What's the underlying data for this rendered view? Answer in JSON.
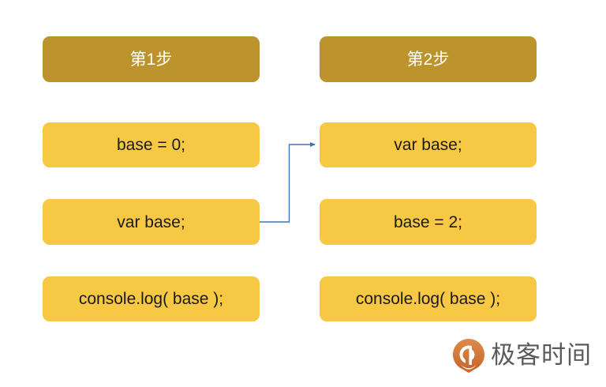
{
  "diagram": {
    "title": "JavaScript variable hoisting two-step execution diagram",
    "background_color": "#FFFFFF",
    "header_color": "#BD932D",
    "box_color": "#F6C843",
    "arrow_color": "#4472B8",
    "columns": [
      {
        "id": "step-1",
        "header": "第1步",
        "boxes": [
          {
            "id": "left-row-1",
            "text": "base = 0;"
          },
          {
            "id": "left-row-2",
            "text": "var base;"
          },
          {
            "id": "left-row-3",
            "text": "console.log( base );"
          }
        ]
      },
      {
        "id": "step-2",
        "header": "第2步",
        "boxes": [
          {
            "id": "right-row-1",
            "text": "var base;"
          },
          {
            "id": "right-row-2",
            "text": "base = 2;"
          },
          {
            "id": "right-row-3",
            "text": "console.log( base );"
          }
        ]
      }
    ],
    "connector": {
      "from": "left-row-2",
      "to": "right-row-1",
      "style": "elbow-arrow",
      "color": "#4472B8"
    }
  },
  "logo": {
    "text": "极客时间",
    "mark": "geektime-droplet-icon",
    "mark_color": "#D9763C",
    "text_color": "#5A5A5A"
  }
}
